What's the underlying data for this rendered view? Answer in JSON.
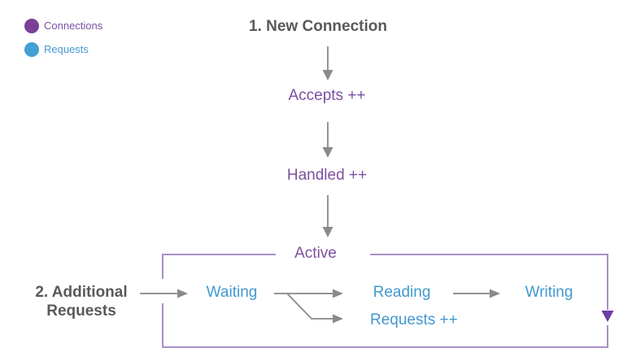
{
  "legend": {
    "items": [
      {
        "label": "Connections",
        "color": "#7b3f98"
      },
      {
        "label": "Requests",
        "color": "#42a0d2"
      }
    ]
  },
  "flow": {
    "step1": "1. New Connection",
    "accepts": "Accepts ++",
    "handled": "Handled ++",
    "active": "Active"
  },
  "active_box": {
    "step2_line1": "2. Additional",
    "step2_line2": "Requests",
    "waiting": "Waiting",
    "reading": "Reading",
    "writing": "Writing",
    "requests_inc": "Requests ++"
  },
  "colors": {
    "purple_text": "#7d4fa0",
    "purple_box_line": "#a98fc9",
    "purple_arrowhead": "#6b3fa0",
    "blue_text": "#4299cf",
    "dark_gray_text": "#58595b",
    "gray_arrow": "#949494"
  }
}
